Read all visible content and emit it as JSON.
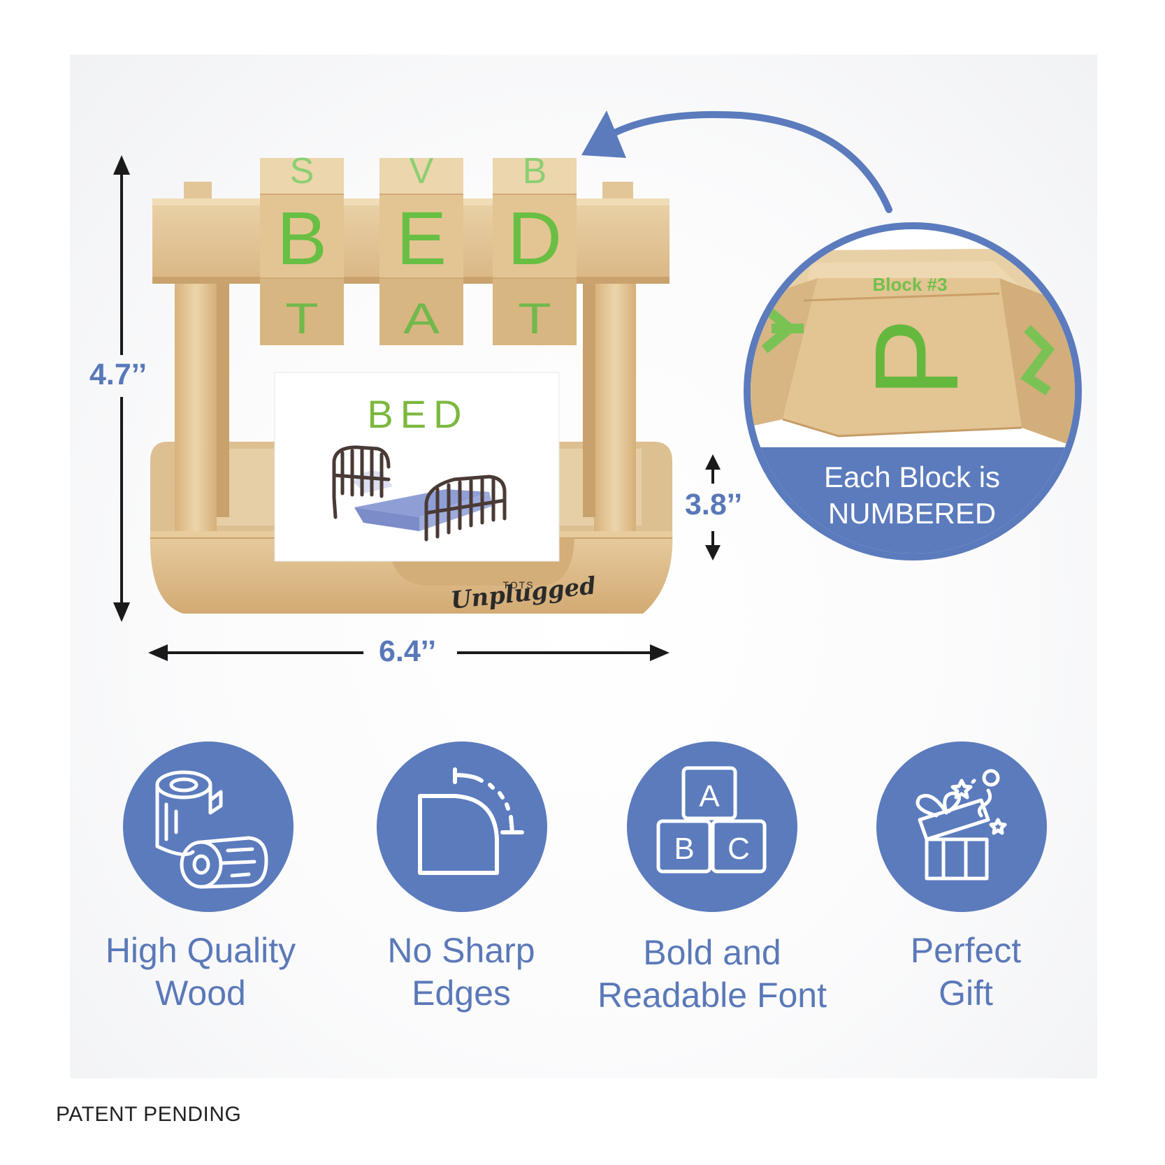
{
  "dimensions": {
    "height": "4.7’’",
    "width": "6.4’’",
    "tray_height": "3.8’’"
  },
  "blocks": {
    "top_row": [
      "S",
      "V",
      "B"
    ],
    "front_row": [
      "B",
      "E",
      "D"
    ],
    "bottom_row": [
      "T",
      "A",
      "T"
    ]
  },
  "card": {
    "word": "BED"
  },
  "brand": {
    "line1": "TOTS",
    "line2": "Unplugged"
  },
  "zoom": {
    "block_number": "Block #3",
    "letter": "P",
    "caption_line1": "Each Block is",
    "caption_line2": "NUMBERED"
  },
  "abc_icon_letters": [
    "A",
    "B",
    "C"
  ],
  "features": [
    {
      "line1": "High Quality",
      "line2": "Wood",
      "icon": "wood-logs-icon"
    },
    {
      "line1": "No Sharp",
      "line2": "Edges",
      "icon": "rounded-edge-icon"
    },
    {
      "line1": "Bold and",
      "line2": "Readable Font",
      "icon": "abc-blocks-icon"
    },
    {
      "line1": "Perfect",
      "line2": "Gift",
      "icon": "gift-box-icon"
    }
  ],
  "footer": {
    "patent": "PATENT PENDING"
  },
  "colors": {
    "accent_blue": "#5b7bbd",
    "letter_green": "#6cc04a",
    "wood": "#e4c79a"
  }
}
